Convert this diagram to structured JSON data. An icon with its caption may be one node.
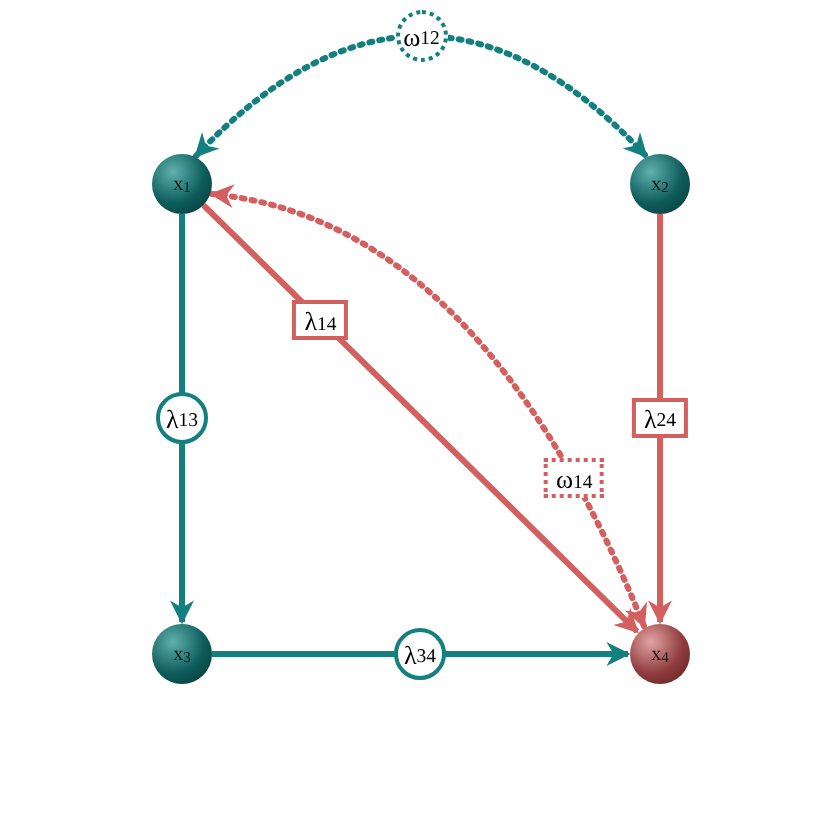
{
  "diagram": {
    "nodes": [
      {
        "text": [
          "x$_{1}$"
        ]
      },
      {
        "text": [
          "x$_{2}$"
        ]
      },
      {
        "text": [
          "x$_{3}$"
        ]
      },
      {
        "text": [
          "x$_{4}$"
        ]
      }
    ],
    "edges": [
      {
        "from": 0,
        "to": 1,
        "arrow": "both",
        "label": "ω$_{12}$",
        "style": "dashed"
      },
      {
        "from": 0,
        "to": 3,
        "arrow": "to",
        "label": "λ$_{14}$",
        "color": "#d35f5f"
      },
      {
        "from": 0,
        "to": 2,
        "arrow": "to",
        "label": "λ$_{13}$"
      },
      {
        "from": 1,
        "to": 3,
        "arrow": "to",
        "label": "λ$_{24}$",
        "color": "#d35f5f"
      },
      {
        "from": 3,
        "to": 0,
        "arrow": "both",
        "label": "ω$_{14}$",
        "style": "dashed",
        "color": "#d35f5f"
      },
      {
        "from": 2,
        "to": 3,
        "arrow": "to",
        "label": "λ$_{34}$"
      }
    ]
  }
}
